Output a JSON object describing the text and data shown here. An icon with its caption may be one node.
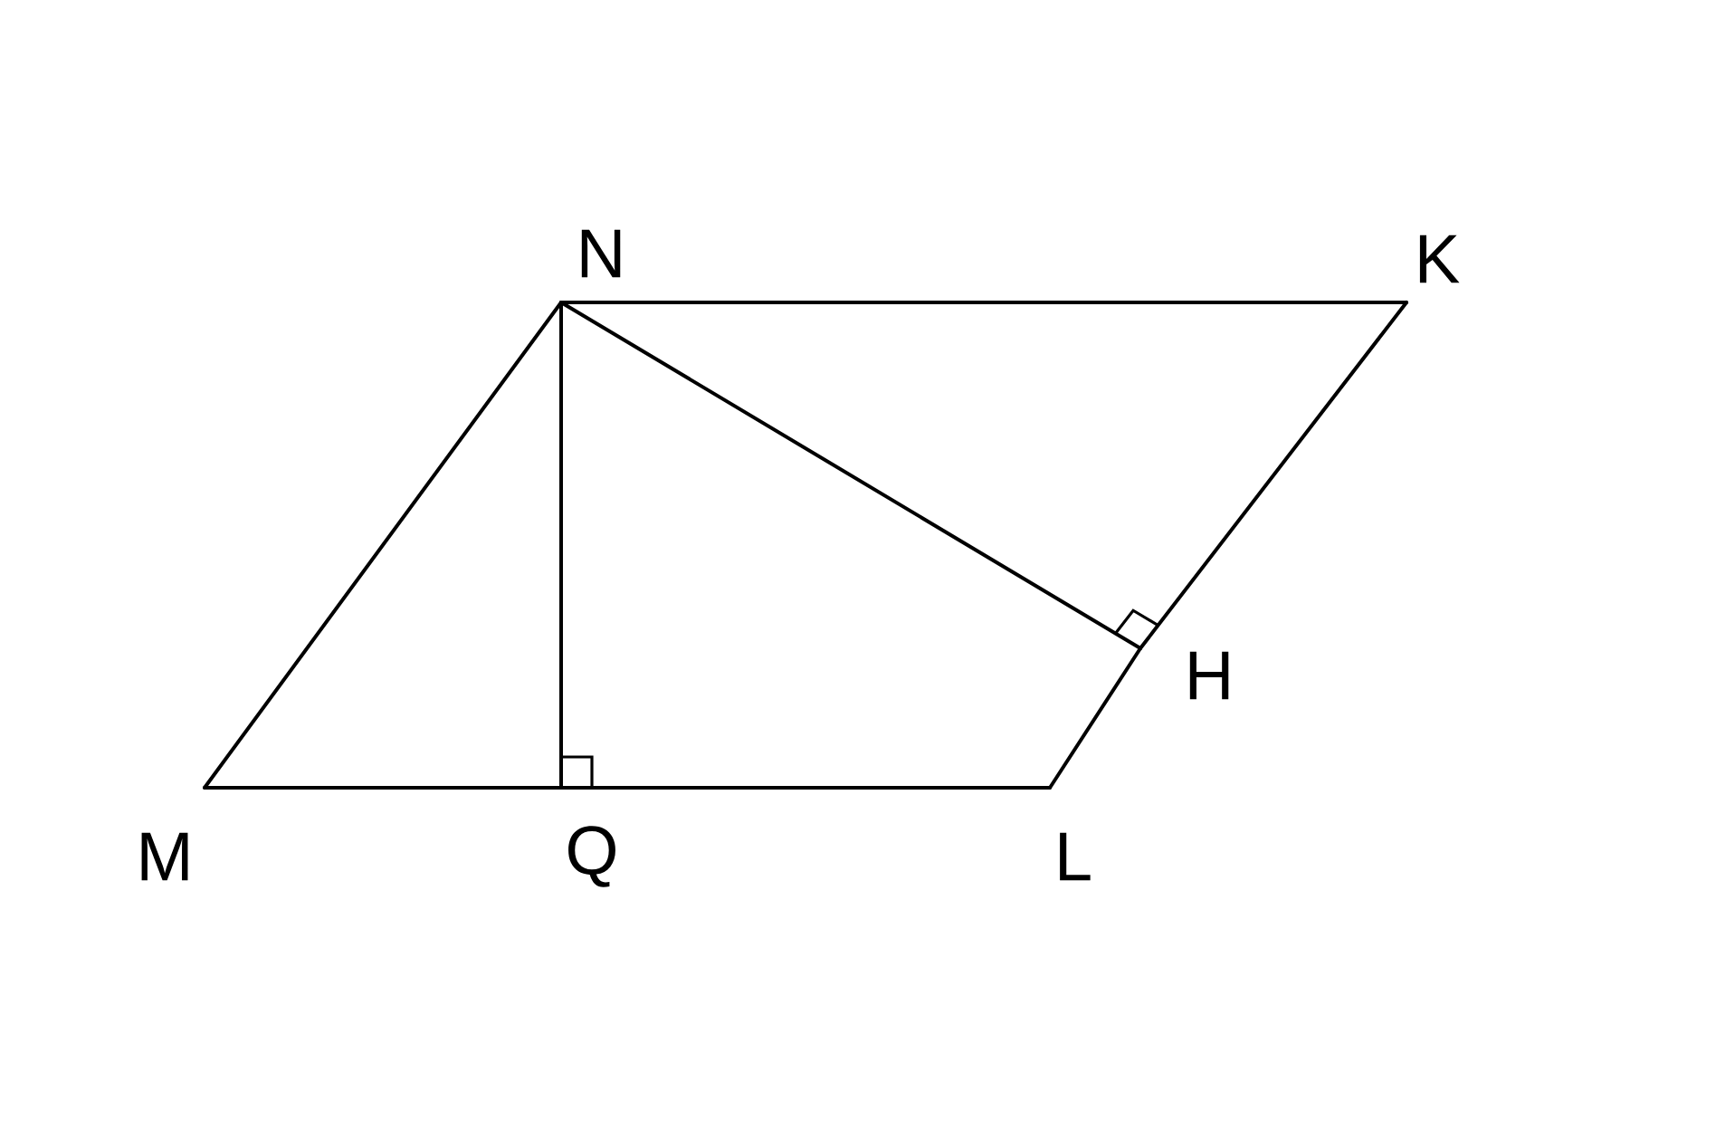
{
  "diagram": {
    "nodes": [
      {
        "text": [
          "M"
        ]
      },
      {
        "text": [
          "N"
        ]
      },
      {
        "text": [
          "K"
        ]
      },
      {
        "text": [
          "L"
        ]
      },
      {
        "text": [
          "Q"
        ]
      },
      {
        "text": [
          "H"
        ]
      }
    ],
    "edges": [
      {
        "from": 0,
        "to": 1,
        "arrow": "none"
      },
      {
        "from": 1,
        "to": 2,
        "arrow": "none"
      },
      {
        "from": 2,
        "to": 5,
        "arrow": "none"
      },
      {
        "from": 5,
        "to": 3,
        "arrow": "none"
      },
      {
        "from": 3,
        "to": 4,
        "arrow": "none"
      },
      {
        "from": 4,
        "to": 0,
        "arrow": "none"
      },
      {
        "from": 1,
        "to": 4,
        "arrow": "none"
      },
      {
        "from": 1,
        "to": 5,
        "arrow": "none"
      }
    ]
  }
}
